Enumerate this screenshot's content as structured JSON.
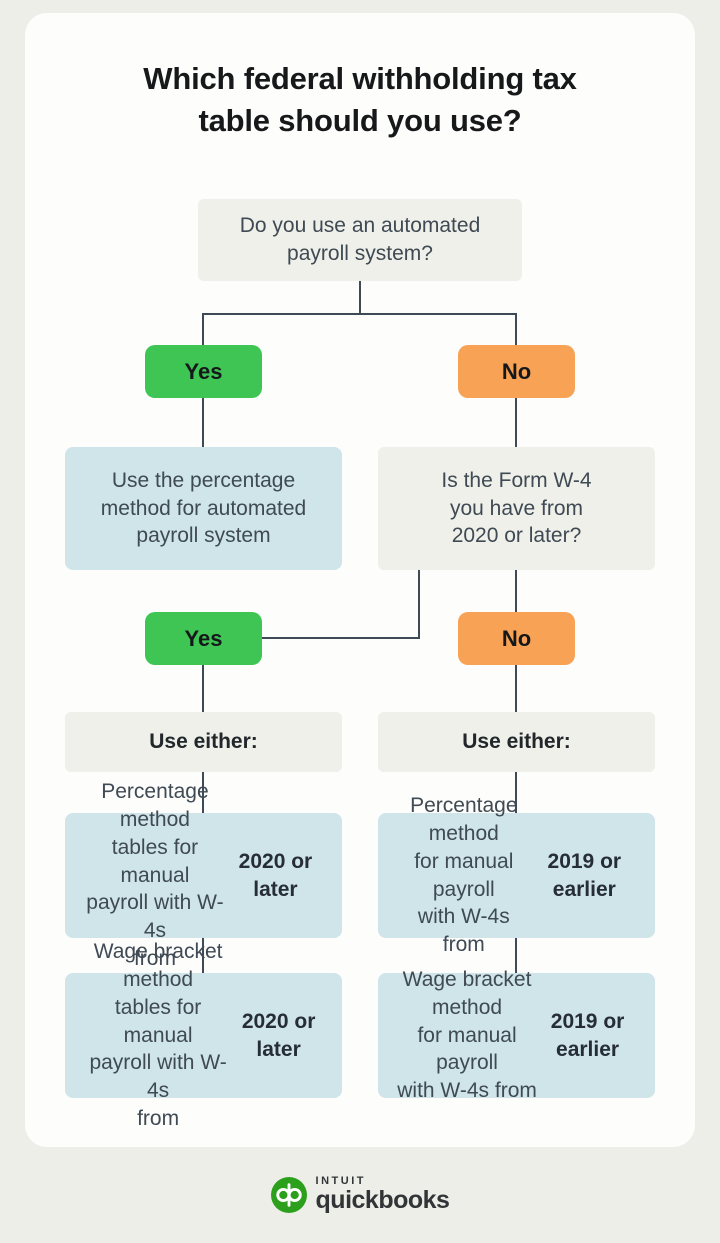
{
  "title": "Which federal withholding tax\ntable should you use?",
  "labels": {
    "yes": "Yes",
    "no": "No",
    "use_either": "Use either:"
  },
  "nodes": {
    "root_question": "Do you use an automated\npayroll system?",
    "automated_result": "Use the percentage\nmethod for automated\npayroll system",
    "w4_question": "Is the Form W-4\nyou have from\n2020 or later?",
    "later_percentage": {
      "text": "Percentage method\ntables for manual\npayroll with W-4s\nfrom ",
      "bold": "2020 or later"
    },
    "later_wage": {
      "text": "Wage bracket method\ntables for manual\npayroll with W-4s\nfrom ",
      "bold": "2020 or later"
    },
    "earlier_percentage": {
      "text": "Percentage method\nfor manual payroll\nwith W-4s from\n",
      "bold": "2019 or earlier"
    },
    "earlier_wage": {
      "text": "Wage bracket method\nfor manual payroll\nwith W-4s from\n",
      "bold": "2019 or earlier"
    }
  },
  "brand": {
    "name_top": "INTUIT",
    "name_bottom": "quickbooks",
    "monogram": "qb"
  },
  "colors": {
    "yes_green": "#3fc553",
    "no_orange": "#f7a254",
    "result_blue": "#cfe5ea",
    "neutral_gray": "#eff0e9",
    "connector": "#3f4a57",
    "page_background": "#edeee8",
    "card_background": "#fdfdfc",
    "brand_green": "#2ca01c"
  }
}
